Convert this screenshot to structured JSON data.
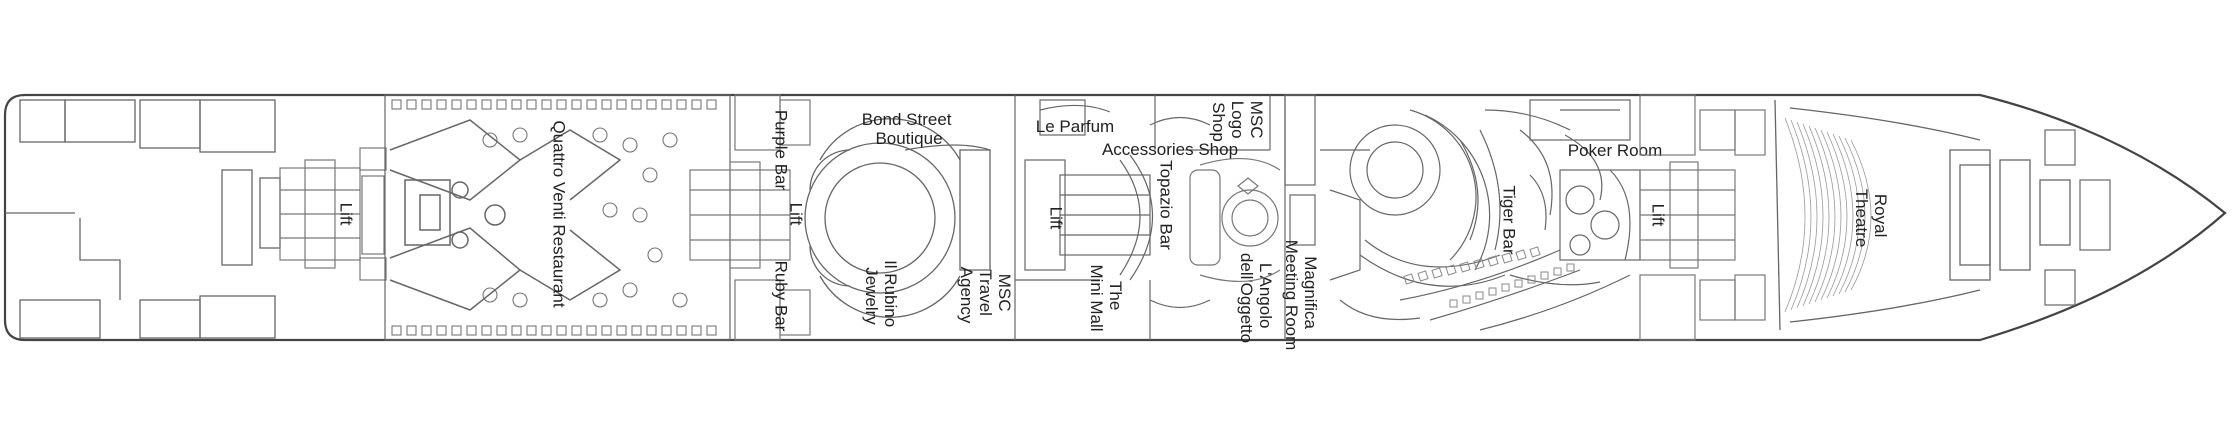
{
  "labels": {
    "lift_aft": "Lift",
    "quattro_venti": "Quattro Venti Restaurant",
    "purple_bar": "Purple Bar",
    "ruby_bar": "Ruby Bar",
    "lift_mid": "Lift",
    "bond_street": [
      "Bond Street",
      "Boutique"
    ],
    "le_parfum": "Le Parfum",
    "accessories": "Accessories Shop",
    "msc_logo_shop": [
      "MSC",
      "Logo",
      "Shop"
    ],
    "il_rubino": [
      "Il Rubino",
      "Jewelry"
    ],
    "msc_travel": [
      "MSC",
      "Travel",
      "Agency"
    ],
    "lift_fwd_mid": "Lift",
    "mini_mall": [
      "The",
      "Mini Mall"
    ],
    "topazio": "Topazio Bar",
    "angolo": [
      "L'Angolo",
      "dell'Oggetto"
    ],
    "magnifica": [
      "Magnifica",
      "Meeting Room"
    ],
    "tiger_bar": "Tiger Bar",
    "poker_room": "Poker Room",
    "lift_fwd": "Lift",
    "royal_theatre": [
      "Royal",
      "Theatre"
    ]
  },
  "colors": {
    "outline": "#555555",
    "fill": "#ffffff",
    "stair": "#8a8a8a",
    "text": "#222222"
  }
}
